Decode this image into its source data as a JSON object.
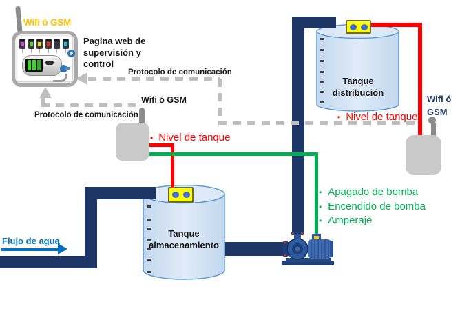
{
  "panel": {
    "wifi_label": "Wifi ó GSM",
    "caption_lines": [
      "Pagina web de",
      "supervisión y",
      "control"
    ],
    "indicator_colors": [
      "#c94fd1",
      "#64c832",
      "#e6d92e",
      "#e23327",
      "#32323c",
      "#2ab5c8"
    ]
  },
  "comm": {
    "protocol_top": "Protocolo de comunicación",
    "protocol_left": "Protocolo de comunicación",
    "wifi_mid": "Wifi ó GSM",
    "wifi_right_lines": [
      "Wifi ó",
      "GSM"
    ]
  },
  "tanks": {
    "storage_lines": [
      "Tanque",
      "almacenamiento"
    ],
    "distribution_lines": [
      "Tanque",
      "distribución"
    ]
  },
  "signals": {
    "bullet": "•",
    "level_mid": "Nivel de tanque",
    "level_right": "Nivel de tanque",
    "pump_list": [
      "Apagado de bomba",
      "Encendido de bomba",
      "Amperaje"
    ]
  },
  "flow": {
    "label": "Flujo de agua"
  },
  "colors": {
    "pipe": "#1c3666",
    "signal_red": "#ff0000",
    "signal_green": "#00b050",
    "dash_gray": "#bfbfbf",
    "tank_fill": "#cfe0f3",
    "tank_border": "#5b9bd5",
    "sensor_yellow": "#ffff00",
    "wifi_gold": "#ffc000",
    "flow_blue": "#0070c0",
    "wifi_navy": "#1f3864"
  }
}
